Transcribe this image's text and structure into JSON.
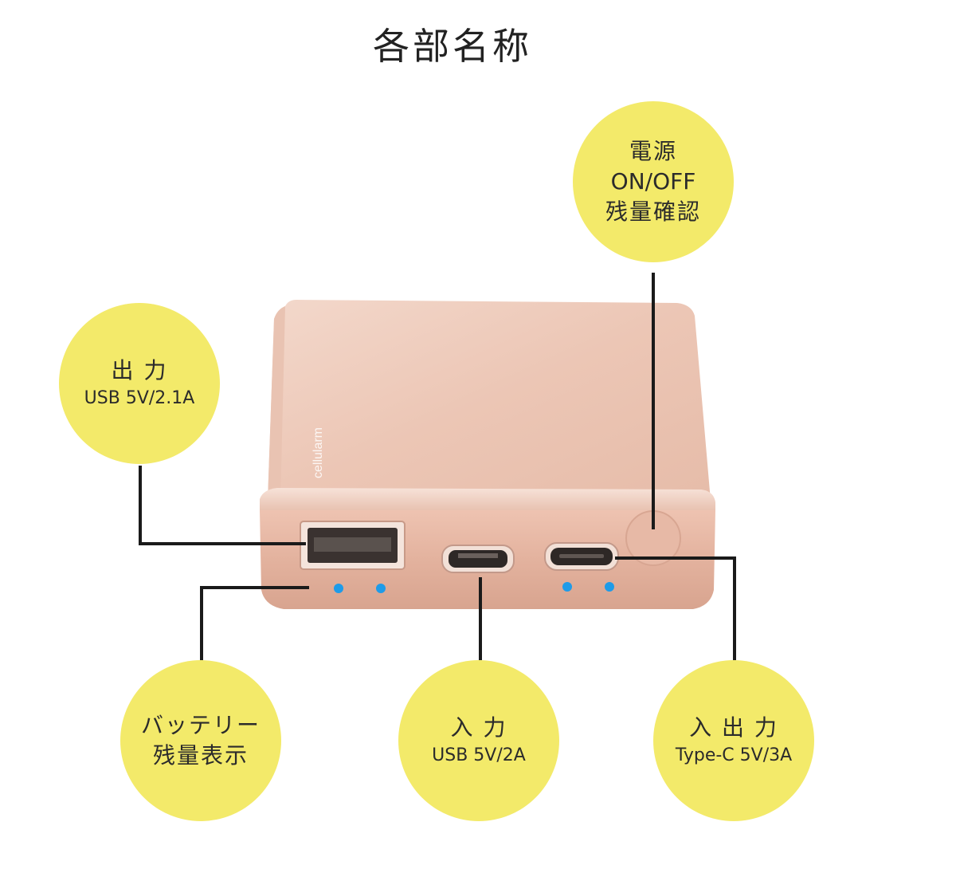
{
  "title": "各部名称",
  "brand_text": "cellularm",
  "colors": {
    "bubble": "#f3ea6a",
    "device_top": "#ecc8b8",
    "device_front": "#e3b29f",
    "leader_line": "#1a1a1a",
    "led": "#1e9be8"
  },
  "labels": {
    "power": {
      "line1": "電源",
      "line2": "ON/OFF",
      "line3": "残量確認"
    },
    "output": {
      "line1": "出 力",
      "line2": "USB 5V/2.1A"
    },
    "battery": {
      "line1": "バッテリー",
      "line2": "残量表示"
    },
    "input": {
      "line1": "入 力",
      "line2": "USB 5V/2A"
    },
    "io": {
      "line1": "入 出 力",
      "line2": "Type-C 5V/3A"
    }
  }
}
